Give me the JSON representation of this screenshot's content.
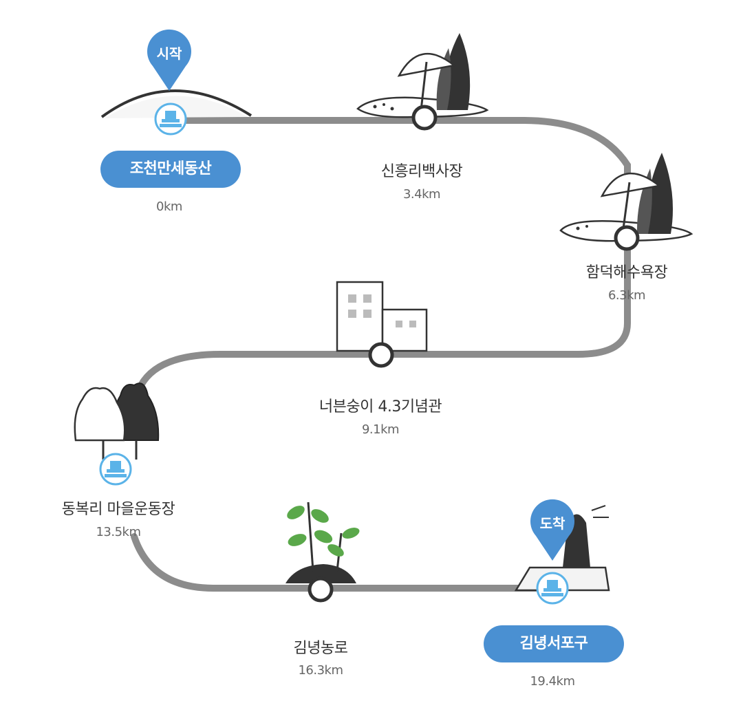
{
  "start_pin": "시작",
  "end_pin": "도착",
  "stops": [
    {
      "name": "조천만세동산",
      "distance": "0km"
    },
    {
      "name": "신흥리백사장",
      "distance": "3.4km"
    },
    {
      "name": "함덕해수욕장",
      "distance": "6.3km"
    },
    {
      "name": "너븐숭이 4.3기념관",
      "distance": "9.1km"
    },
    {
      "name": "동복리 마을운동장",
      "distance": "13.5km"
    },
    {
      "name": "김녕농로",
      "distance": "16.3km"
    },
    {
      "name": "김녕서포구",
      "distance": "19.4km"
    }
  ],
  "colors": {
    "route": "#8c8c8c",
    "accent": "#4a90d2",
    "icon_fill": "#5bb3e8"
  }
}
